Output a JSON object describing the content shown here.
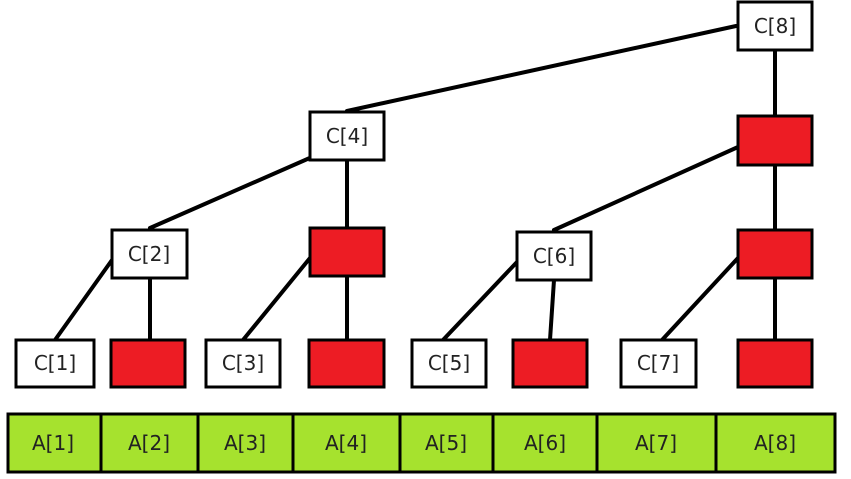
{
  "colors": {
    "empty_node_fill": "#ed1c24",
    "labeled_node_fill": "#ffffff",
    "array_fill": "#a6e22e",
    "stroke": "#000000"
  },
  "tree": {
    "c8": "C[8]",
    "c4": "C[4]",
    "c2": "C[2]",
    "c6": "C[6]",
    "c1": "C[1]",
    "c3": "C[3]",
    "c5": "C[5]",
    "c7": "C[7]"
  },
  "array": [
    "A[1]",
    "A[2]",
    "A[3]",
    "A[4]",
    "A[5]",
    "A[6]",
    "A[7]",
    "A[8]"
  ]
}
